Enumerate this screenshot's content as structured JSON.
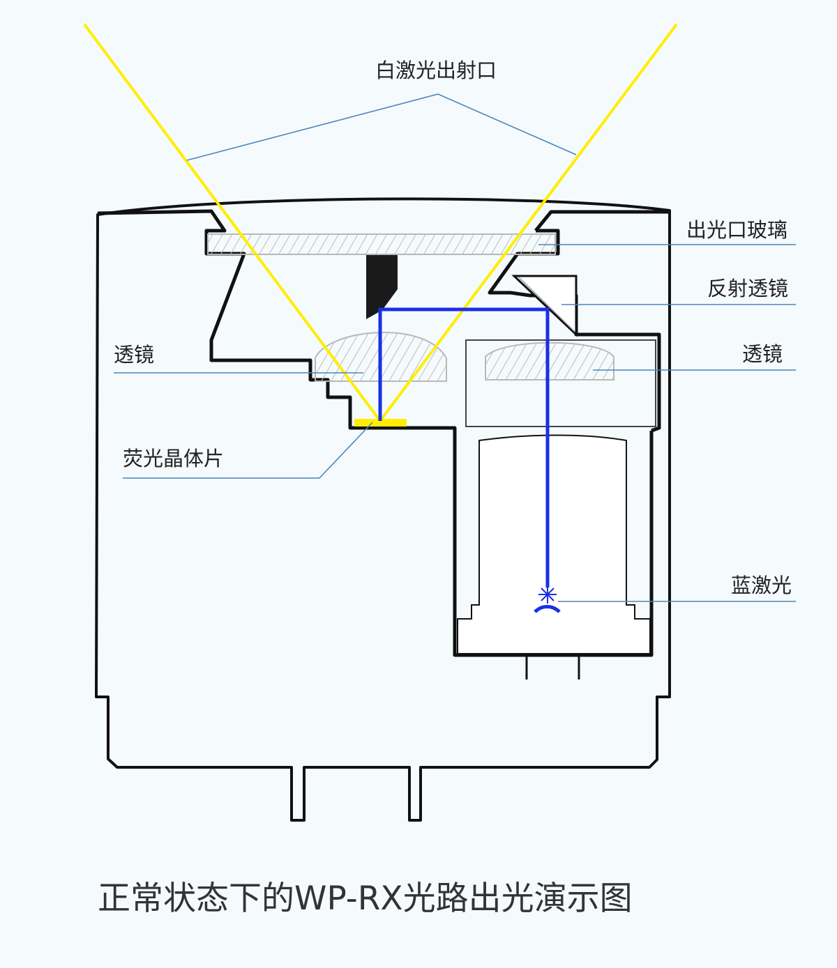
{
  "labels": {
    "white_laser_exit": "白激光出射口",
    "exit_glass": "出光口玻璃",
    "reflector_lens": "反射透镜",
    "lens_left": "透镜",
    "lens_right": "透镜",
    "phosphor_chip": "荧光晶体片",
    "blue_laser": "蓝激光"
  },
  "caption": "正常状态下的WP-RX光路出光演示图",
  "colors": {
    "white_light": "#ffee00",
    "blue_light": "#1a2fe8",
    "leader_line": "#4a86b8",
    "housing_stroke": "#111111",
    "background": "#f5fafd"
  }
}
